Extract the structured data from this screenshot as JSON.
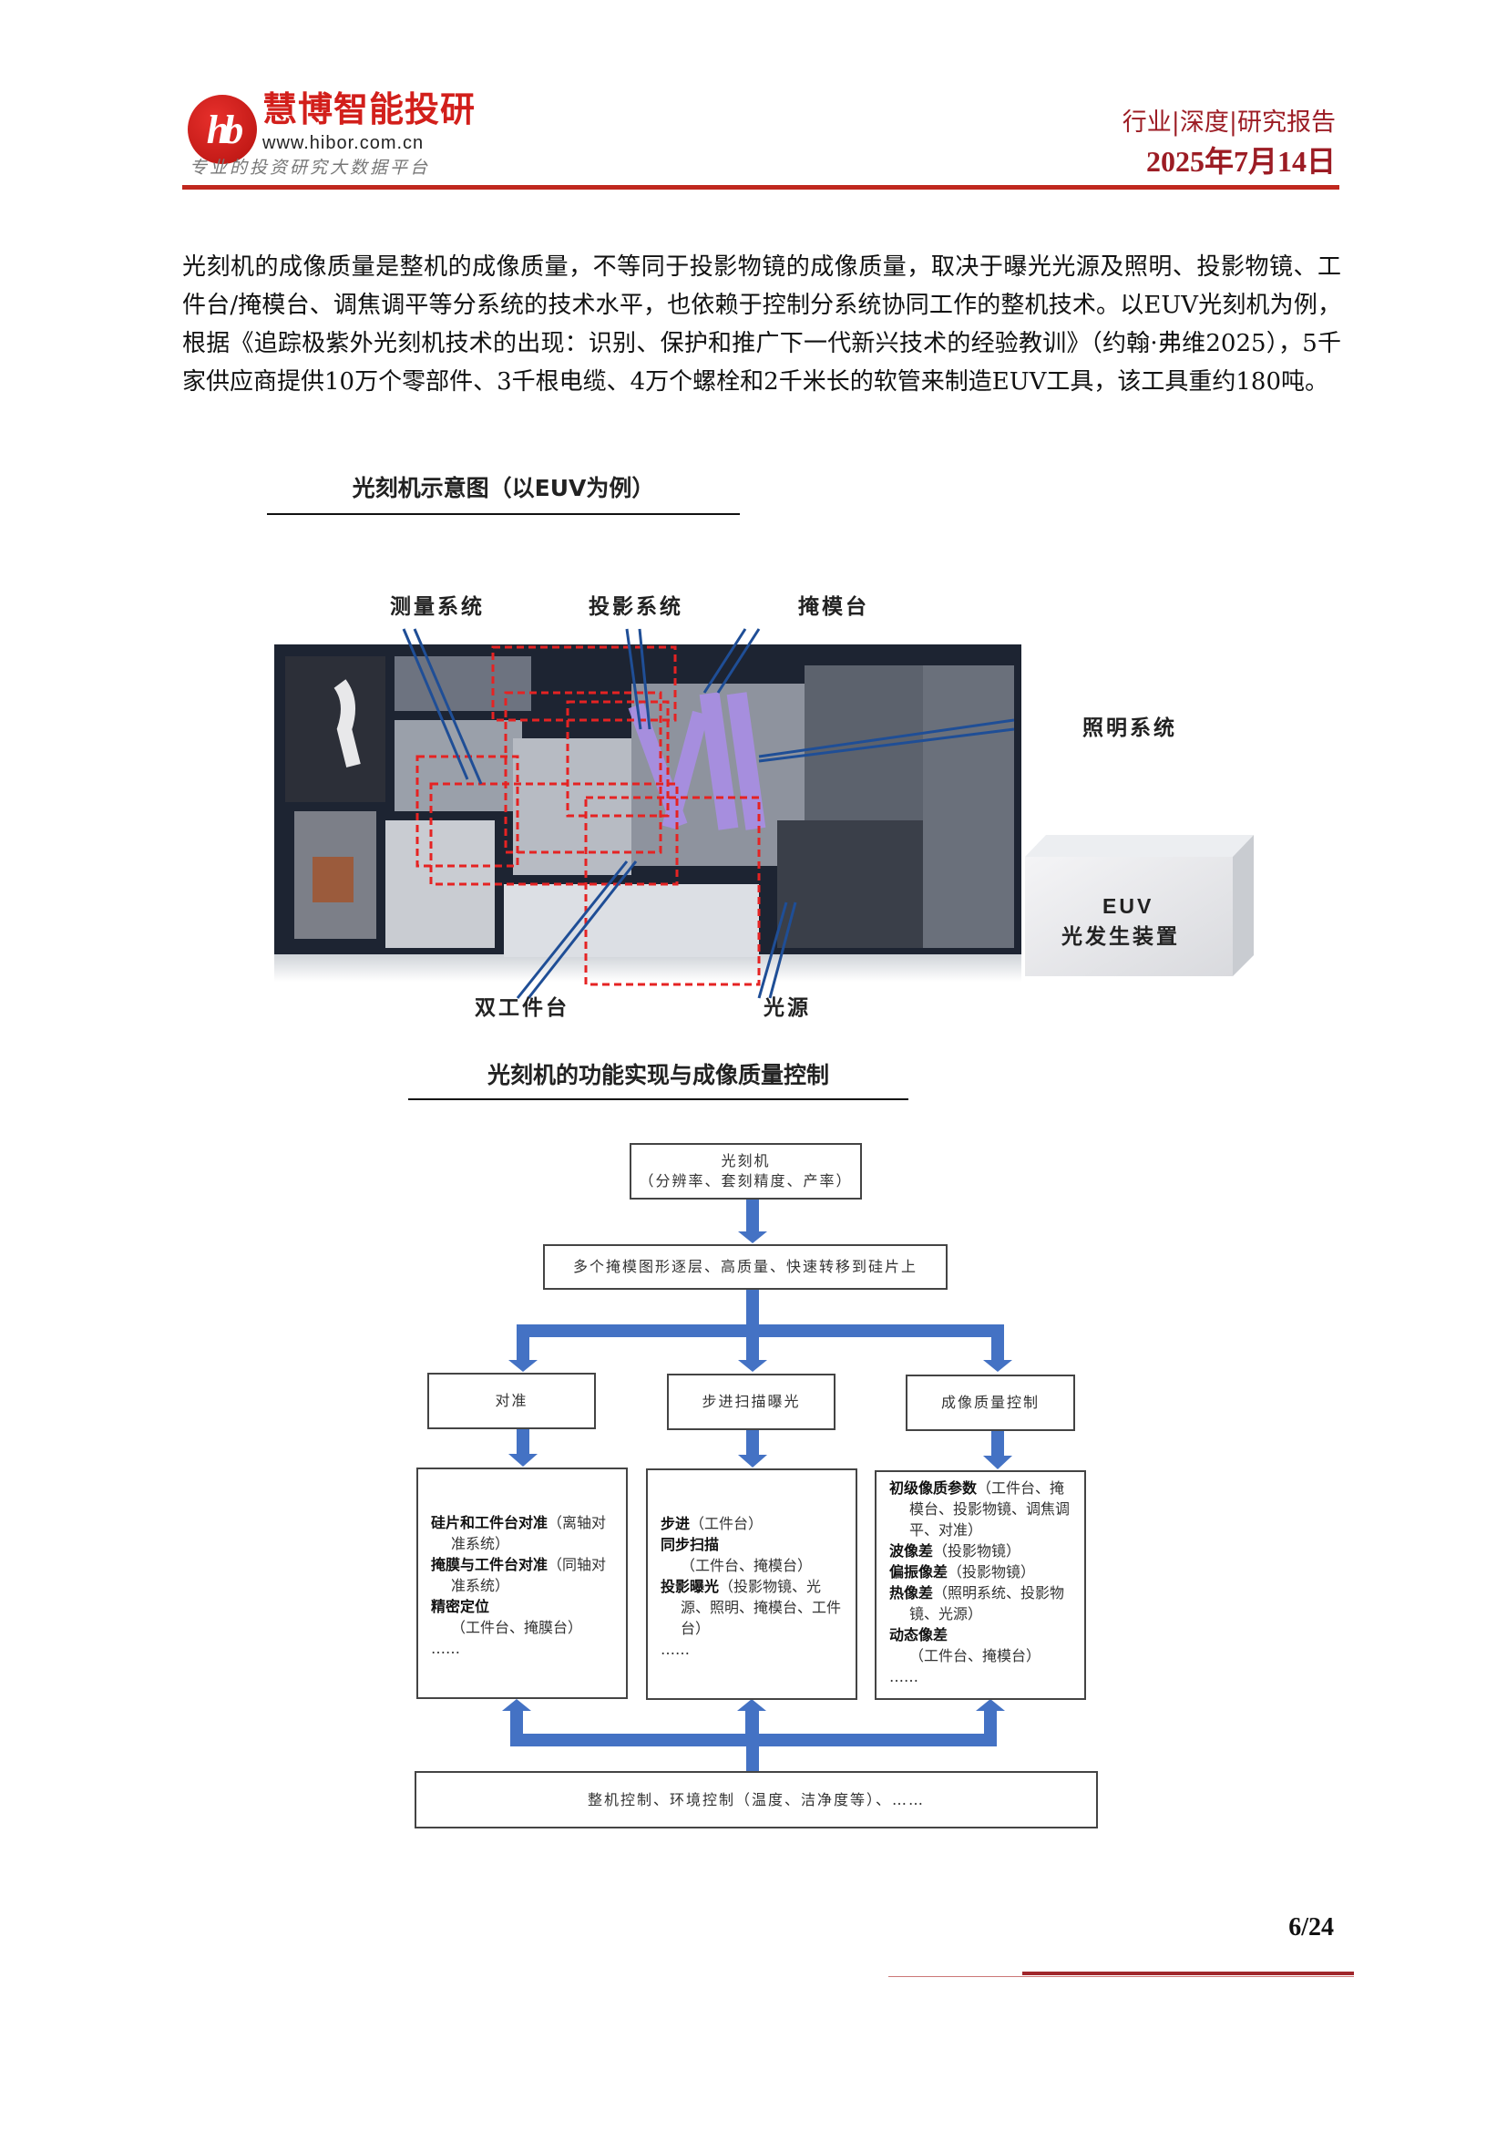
{
  "header": {
    "logo_mark": "hb",
    "logo_name": "慧博智能投研",
    "logo_url": "www.hibor.com.cn",
    "logo_slogan": "专业的投资研究大数据平台",
    "report_type": "行业|深度|研究报告",
    "date": "2025年7月14日"
  },
  "body": {
    "paragraph": "光刻机的成像质量是整机的成像质量，不等同于投影物镜的成像质量，取决于曝光光源及照明、投影物镜、工件台/掩模台、调焦调平等分系统的技术水平，也依赖于控制分系统协同工作的整机技术。以EUV光刻机为例，根据《追踪极紫外光刻机技术的出现：识别、保护和推广下一代新兴技术的经验教训》（约翰·弗维2025），5千家供应商提供10万个零部件、3千根电缆、4万个螺栓和2千米长的软管来制造EUV工具，该工具重约180吨。"
  },
  "figure1": {
    "caption": "光刻机示意图（以EUV为例）",
    "labels": {
      "metrology": "测量系统",
      "projection": "投影系统",
      "reticle_stage": "掩模台",
      "illumination": "照明系统",
      "euv_source_line1": "EUV",
      "euv_source_line2": "光发生装置",
      "dual_stage": "双工件台",
      "light_source": "光源"
    }
  },
  "figure2": {
    "caption": "光刻机的功能实现与成像质量控制",
    "top": {
      "line1": "光刻机",
      "line2": "（分辨率、套刻精度、产率）"
    },
    "second": "多个掩模图形逐层、高质量、快速转移到硅片上",
    "columns": [
      {
        "title": "对准",
        "items": [
          {
            "bold": "硅片和工件台对准",
            "rest": "（离轴对准系统）"
          },
          {
            "bold": "掩膜与工件台对准",
            "rest": "（同轴对准系统）"
          },
          {
            "bold": "精密定位",
            "rest": "（工件台、掩膜台）"
          }
        ],
        "ellipsis": "……"
      },
      {
        "title": "步进扫描曝光",
        "items": [
          {
            "bold": "步进",
            "rest": "（工件台）"
          },
          {
            "bold": "同步扫描",
            "rest": "（工件台、掩模台）"
          },
          {
            "bold": "投影曝光",
            "rest": "（投影物镜、光源、照明、掩模台、工件台）"
          }
        ],
        "ellipsis": "……"
      },
      {
        "title": "成像质量控制",
        "items": [
          {
            "bold": "初级像质参数",
            "rest": "（工件台、掩模台、投影物镜、调焦调平、对准）"
          },
          {
            "bold": "波像差",
            "rest": "（投影物镜）"
          },
          {
            "bold": "偏振像差",
            "rest": "（投影物镜）"
          },
          {
            "bold": "热像差",
            "rest": "（照明系统、投影物镜、光源）"
          },
          {
            "bold": "动态像差",
            "rest": "（工件台、掩模台）"
          }
        ],
        "ellipsis": "……"
      }
    ],
    "bottom": "整机控制、环境控制（温度、洁净度等）、……",
    "arrow_color": "#4472c4"
  },
  "footer": {
    "page": "6/24"
  }
}
